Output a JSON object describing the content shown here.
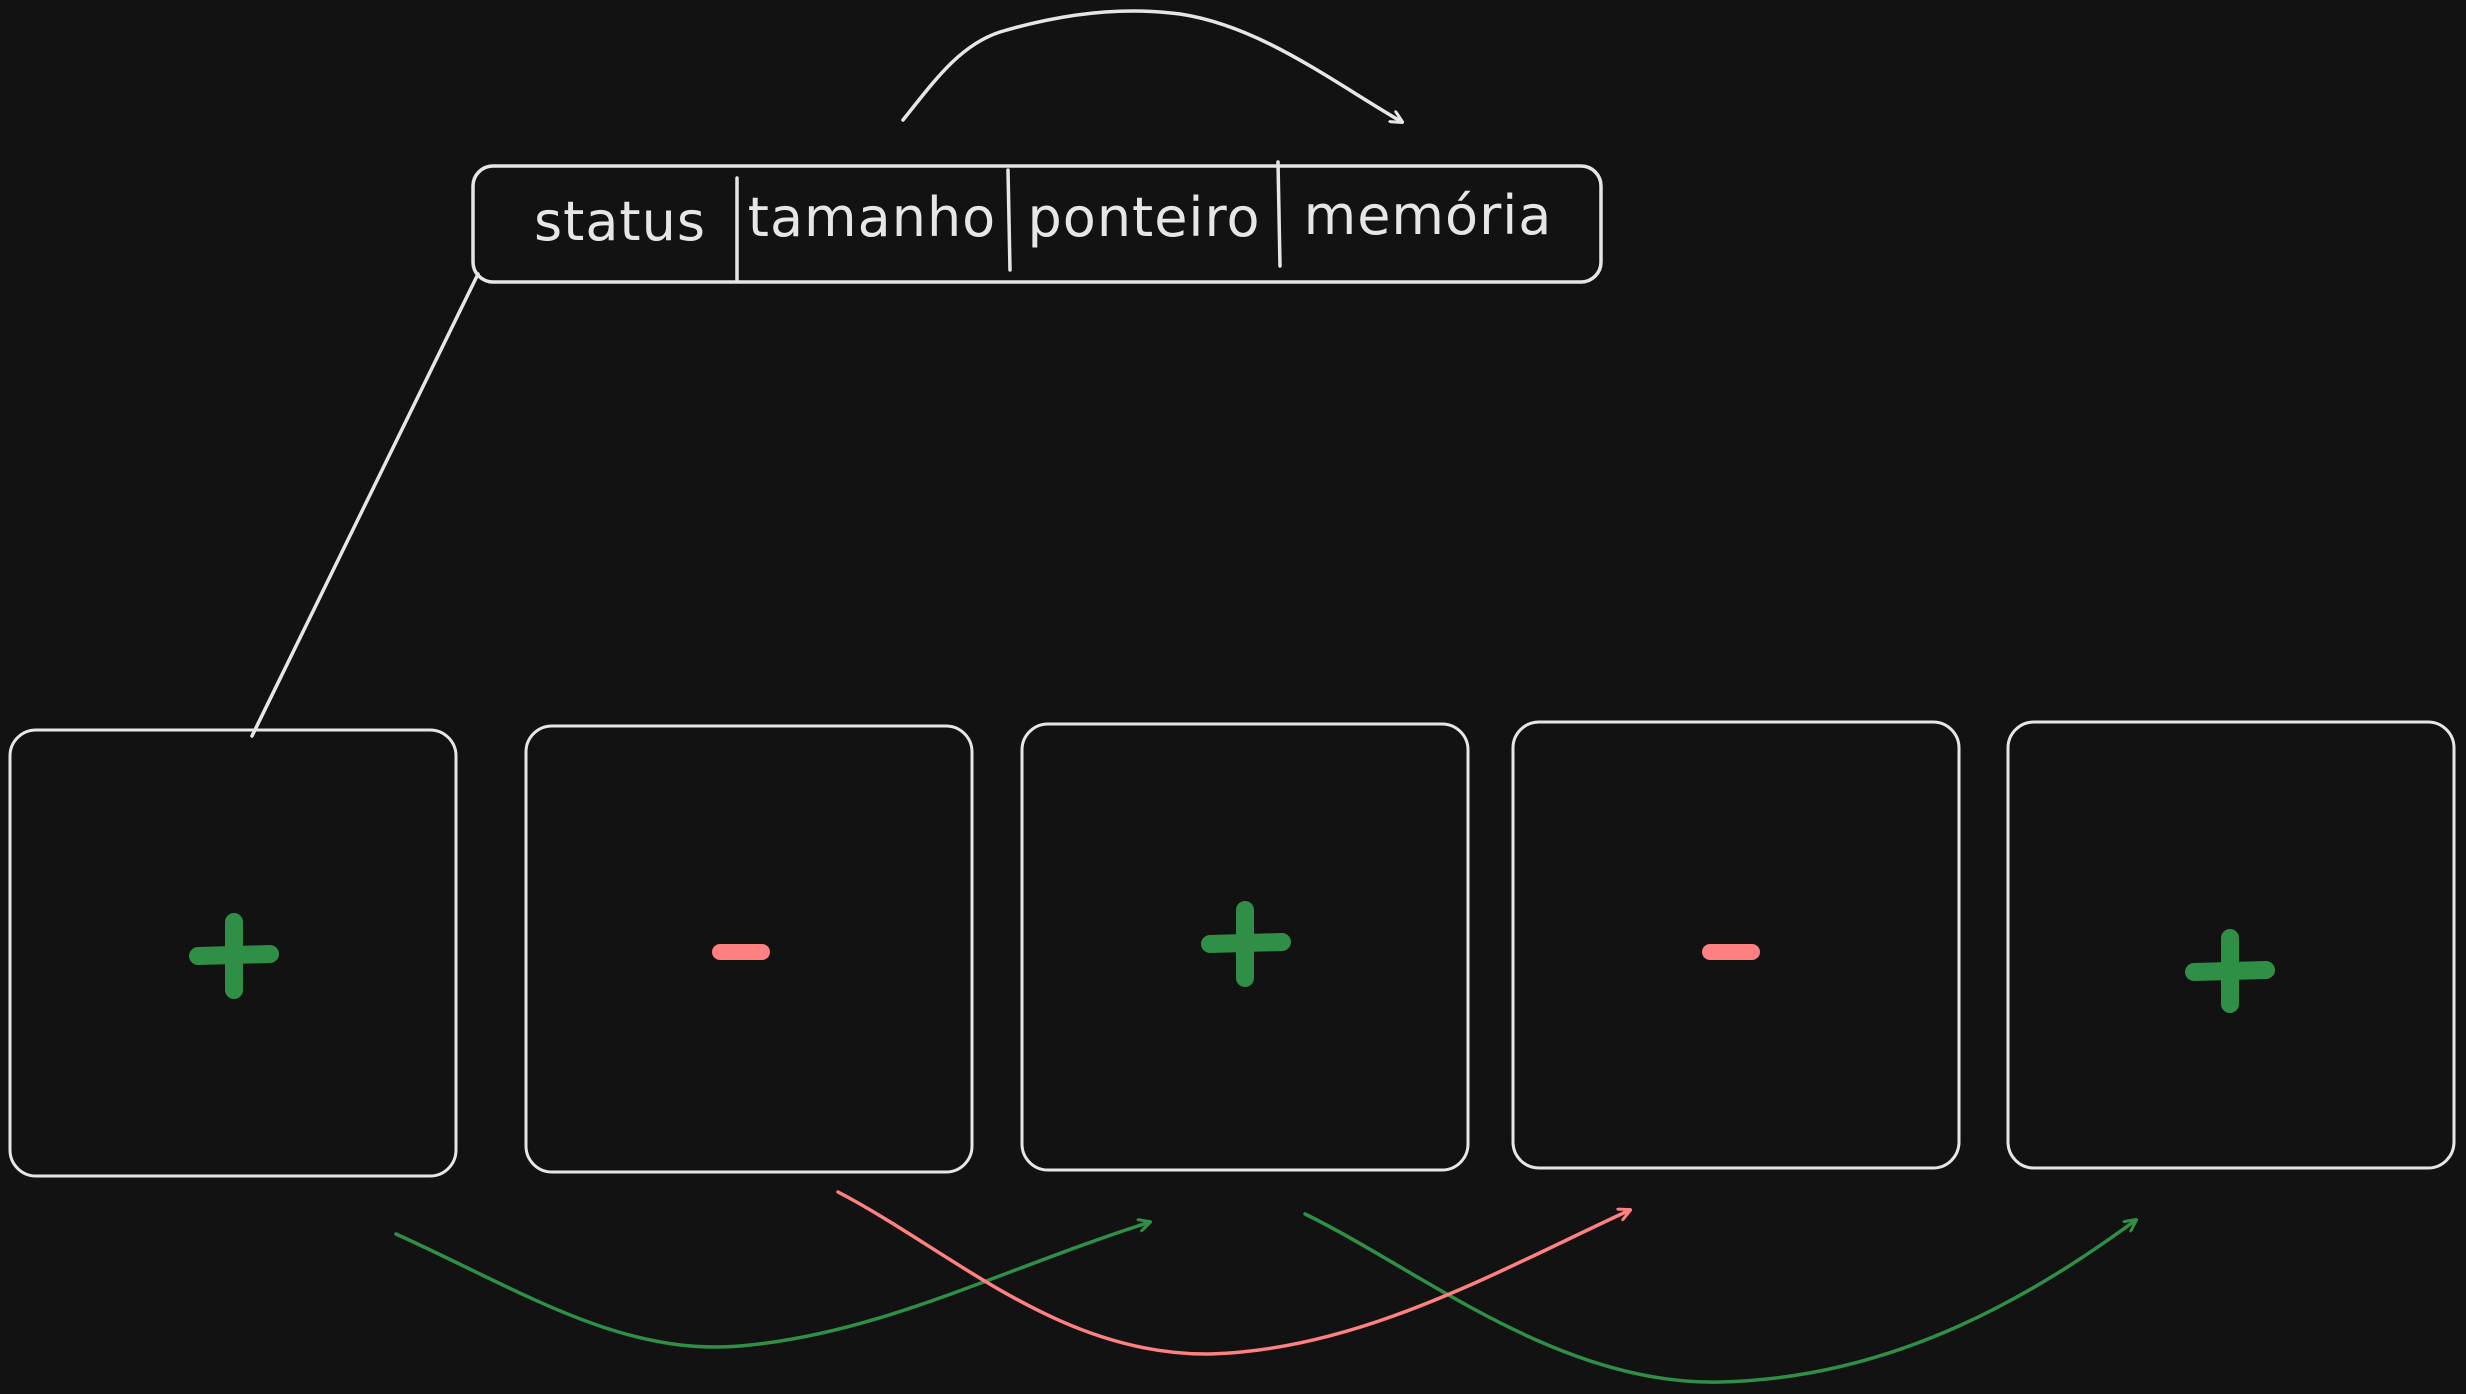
{
  "header": {
    "fields": [
      {
        "label": "status"
      },
      {
        "label": "tamanho"
      },
      {
        "label": "ponteiro"
      },
      {
        "label": "memória"
      }
    ]
  },
  "blocks": [
    {
      "status": "free",
      "symbol": "plus"
    },
    {
      "status": "used",
      "symbol": "minus"
    },
    {
      "status": "free",
      "symbol": "plus"
    },
    {
      "status": "used",
      "symbol": "minus"
    },
    {
      "status": "free",
      "symbol": "plus"
    }
  ],
  "colors": {
    "background": "#121212",
    "stroke": "#e6e6e6",
    "free": "#2f8f46",
    "used": "#ff8080"
  }
}
